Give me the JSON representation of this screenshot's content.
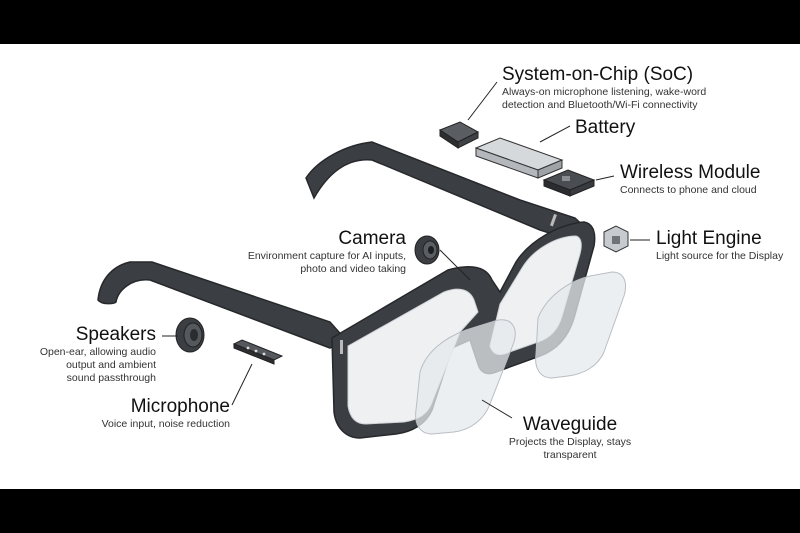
{
  "components": {
    "soc": {
      "title": "System-on-Chip (SoC)",
      "desc_1": "Always-on microphone listening, wake-word",
      "desc_2": "detection and Bluetooth/Wi-Fi connectivity"
    },
    "battery": {
      "title": "Battery"
    },
    "wireless": {
      "title": "Wireless Module",
      "desc_1": "Connects to phone and cloud"
    },
    "light_engine": {
      "title": "Light Engine",
      "desc_1": "Light source for the Display"
    },
    "camera": {
      "title": "Camera",
      "desc_1": "Environment capture for AI inputs,",
      "desc_2": "photo and video taking"
    },
    "speakers": {
      "title": "Speakers",
      "desc_1": "Open-ear, allowing audio",
      "desc_2": "output and ambient",
      "desc_3": "sound passthrough"
    },
    "microphone": {
      "title": "Microphone",
      "desc_1": "Voice input, noise reduction"
    },
    "waveguide": {
      "title": "Waveguide",
      "desc_1": "Projects the Display, stays",
      "desc_2": "transparent"
    }
  },
  "colors": {
    "frame": "#3b3e42",
    "frame_dark": "#26282b",
    "lens": "#e9ecee",
    "waveguide": "#d9dde1",
    "leader": "#222222",
    "band": "#000000"
  }
}
